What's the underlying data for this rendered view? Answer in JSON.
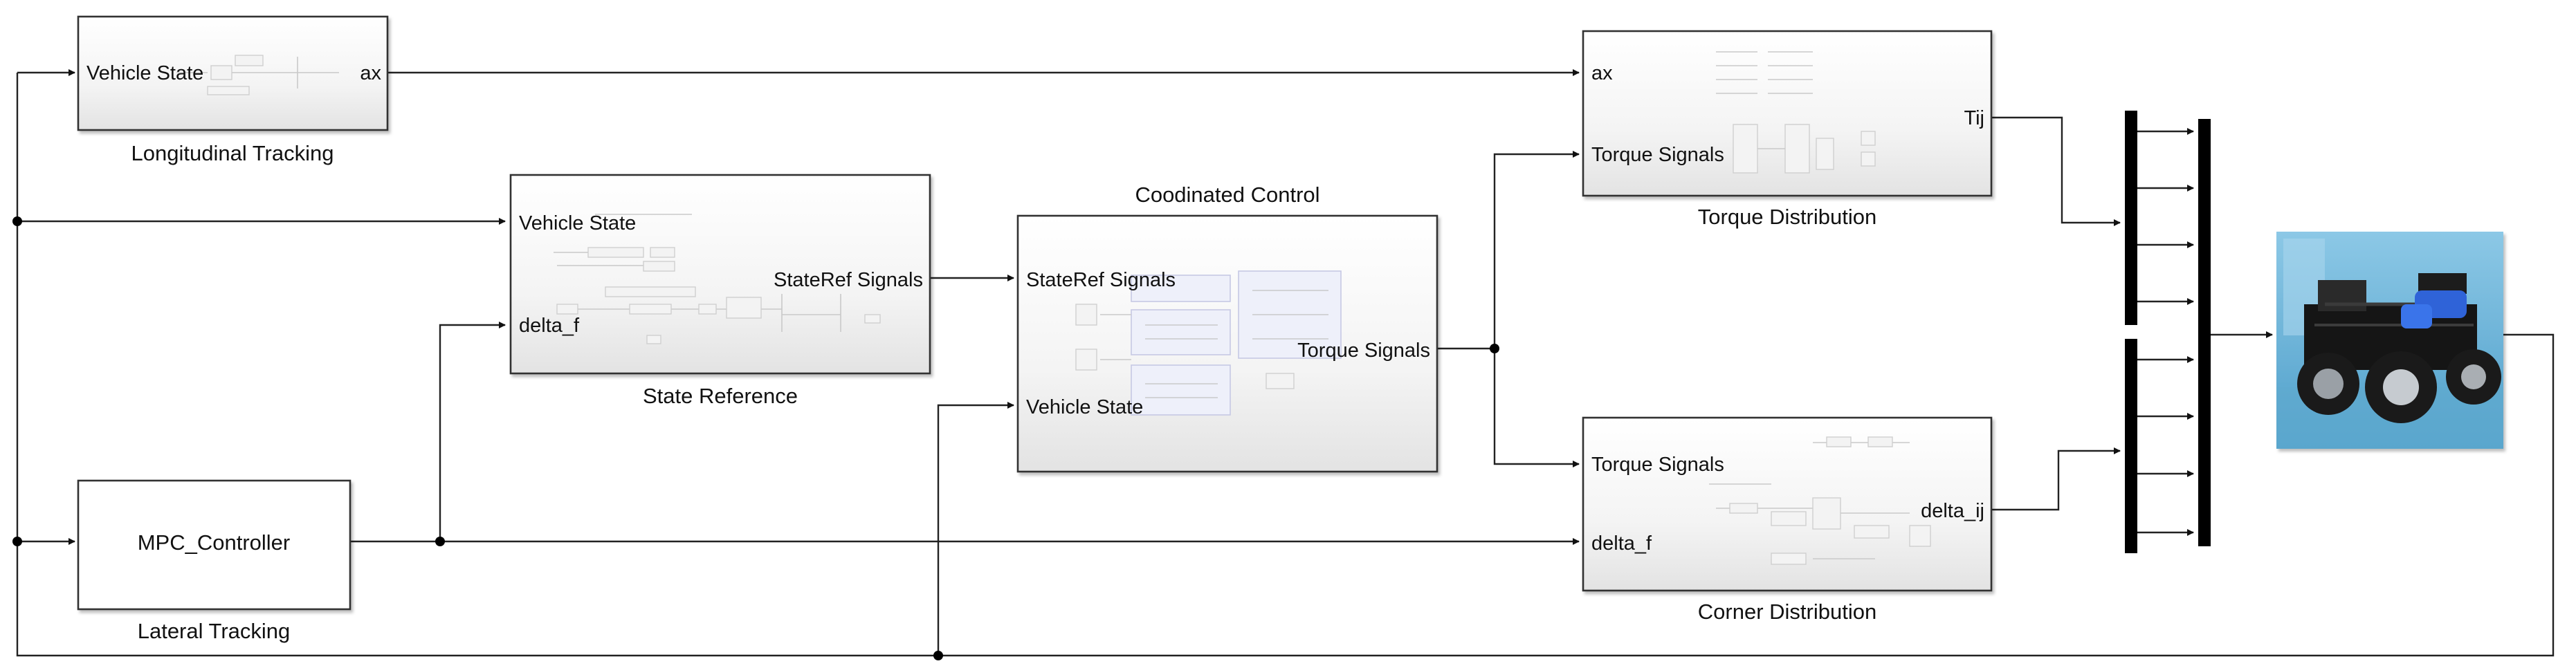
{
  "blocks": {
    "longitudinal": {
      "title": "Longitudinal Tracking",
      "in_ports": [
        "Vehicle State"
      ],
      "out_ports": [
        "ax"
      ]
    },
    "state_reference": {
      "title": "State Reference",
      "in_ports": [
        "Vehicle State",
        "delta_f"
      ],
      "out_ports": [
        "StateRef Signals"
      ]
    },
    "coordinated": {
      "title": "Coodinated Control",
      "in_ports": [
        "StateRef Signals",
        "Vehicle State"
      ],
      "out_ports": [
        "Torque Signals"
      ]
    },
    "lateral": {
      "title": "Lateral Tracking",
      "center_label": "MPC_Controller",
      "out_ports": []
    },
    "torque_distribution": {
      "title": "Torque Distribution",
      "in_ports": [
        "ax",
        "Torque Signals"
      ],
      "out_ports": [
        "Tij"
      ]
    },
    "corner_distribution": {
      "title": "Corner Distribution",
      "in_ports": [
        "Torque Signals",
        "delta_f"
      ],
      "out_ports": [
        "delta_ij"
      ]
    }
  },
  "vehicle_image": {
    "icon": "vehicle-chassis-photo",
    "colors": {
      "background": "#6db6da",
      "frame": "#141414",
      "seats": "#2f63d8",
      "wheels": "#1a1a1a"
    }
  },
  "colors": {
    "wire": "#222222",
    "block_border": "#333333",
    "block_fill_top": "#ffffff",
    "block_fill_bottom": "#e6e6e6",
    "bus": "#000000"
  }
}
